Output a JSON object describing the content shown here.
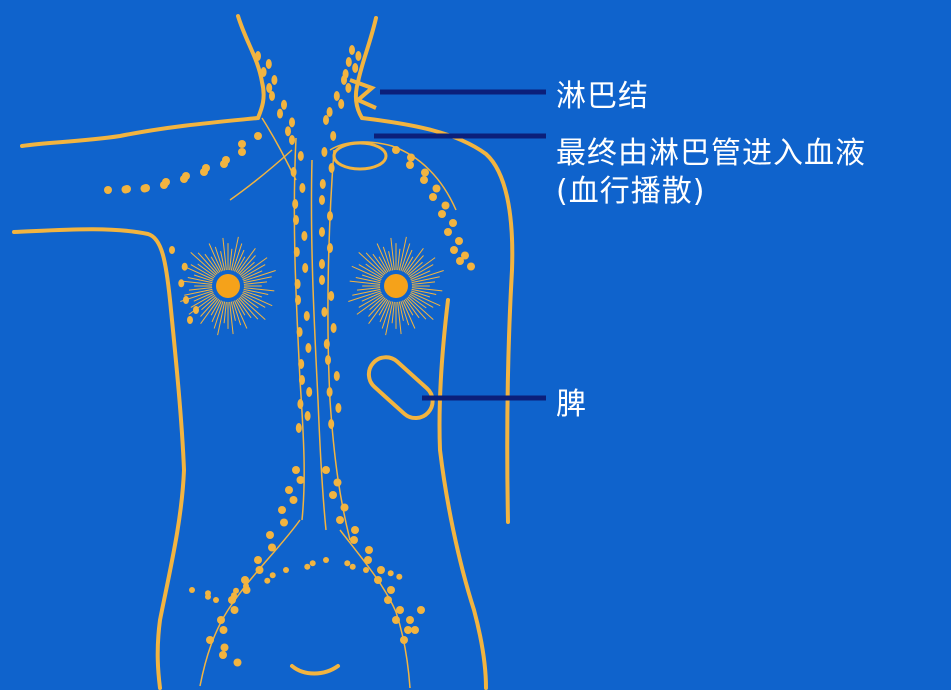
{
  "labels": {
    "lymph_node": "淋巴结",
    "blood_entry": "最终由淋巴管进入血液",
    "blood_spread": "(血行播散)",
    "spleen": "脾"
  },
  "colors": {
    "background": "#0f63cc",
    "body_outline": "#f2b440",
    "tumor": "#f5a21a",
    "leader_line": "#0b1f7a",
    "text": "#ffffff"
  }
}
